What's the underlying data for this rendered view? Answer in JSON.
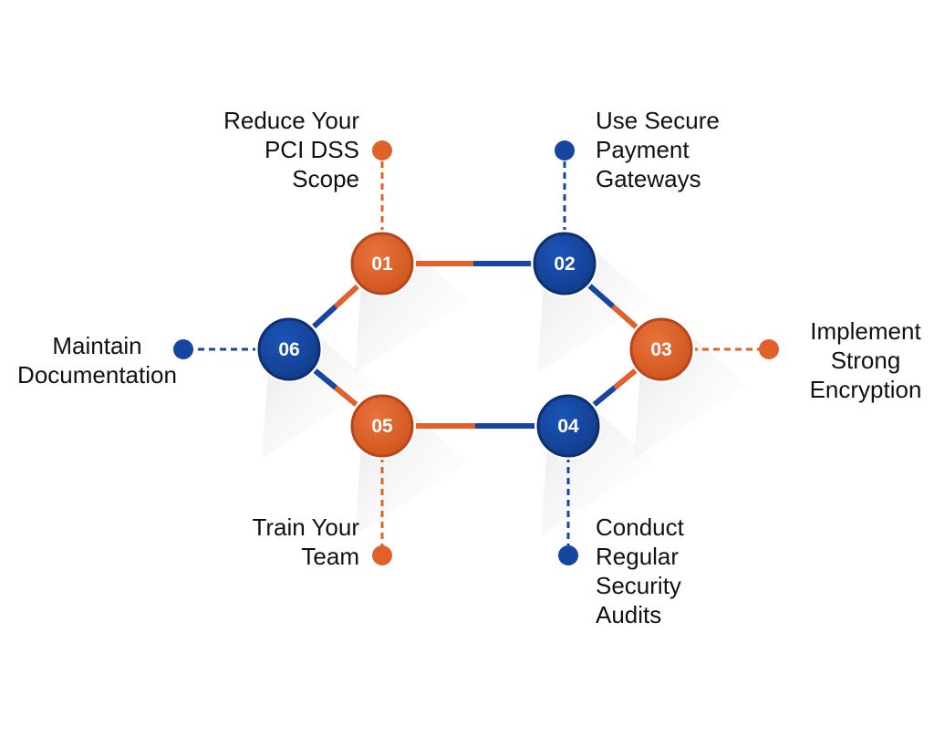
{
  "colors": {
    "orange": "#E0622A",
    "orange_dark": "#B8461A",
    "blue": "#1646A0",
    "blue_dark": "#0E2F72",
    "text": "#111111"
  },
  "steps": [
    {
      "number": "01",
      "label_lines": [
        "Reduce Your",
        "PCI DSS",
        "Scope"
      ],
      "color": "orange"
    },
    {
      "number": "02",
      "label_lines": [
        "Use Secure",
        "Payment",
        "Gateways"
      ],
      "color": "blue"
    },
    {
      "number": "03",
      "label_lines": [
        "Implement",
        "Strong",
        "Encryption"
      ],
      "color": "orange"
    },
    {
      "number": "04",
      "label_lines": [
        "Conduct",
        "Regular",
        "Security",
        "Audits"
      ],
      "color": "blue"
    },
    {
      "number": "05",
      "label_lines": [
        "Train Your",
        "Team"
      ],
      "color": "orange"
    },
    {
      "number": "06",
      "label_lines": [
        "Maintain",
        "Documentation"
      ],
      "color": "blue"
    }
  ]
}
